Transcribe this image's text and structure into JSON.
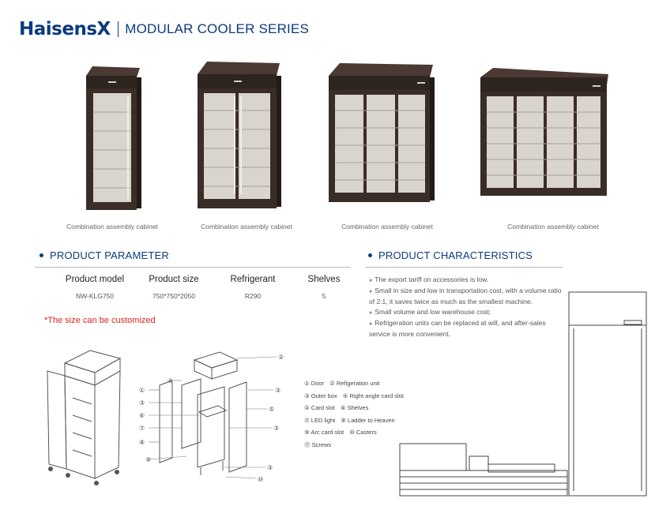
{
  "header": {
    "brand_name": "HaisensX",
    "series_title": "MODULAR COOLER SERIES",
    "brand_color": "#0b3a7e"
  },
  "products": [
    {
      "caption": "Combination assembly cabinet",
      "doors": 1
    },
    {
      "caption": "Combination assembly cabinet",
      "doors": 2
    },
    {
      "caption": "Combination assembly cabinet",
      "doors": 3
    },
    {
      "caption": "Combination assembly cabinet",
      "doors": 4
    }
  ],
  "parameter": {
    "title": "PRODUCT PARAMETER",
    "headers": [
      "Product model",
      "Product size",
      "Refrigerant",
      "Shelves"
    ],
    "rows": [
      [
        "NW-KLG750",
        "750*750*2050",
        "R290",
        "5"
      ]
    ],
    "note": "*The size can be customized",
    "note_color": "#e2231a"
  },
  "characteristics": {
    "title": "PRODUCT CHARACTERISTICS",
    "items": [
      "The export tariff on accessories is low.",
      "Small in size and low in transportation cost, with a volume ratio of 2:1, it saves twice as much as the smallest machine.",
      "Small volume and low warehouse cost;",
      "Refrigeration units can be replaced at will, and after-sales service is more convenient."
    ]
  },
  "parts": {
    "legend": [
      [
        "① Door",
        "② Refigeration unit"
      ],
      [
        "③ Outer box",
        "④ Right angle card slot"
      ],
      [
        "⑤ Card slot",
        "⑥ Shelves"
      ],
      [
        "⑦ LED light",
        "⑧ Ladder to Heaven"
      ],
      [
        "⑨ Arc card slot",
        "⑩ Casters"
      ],
      [
        "⑪ Screws"
      ]
    ],
    "callouts": [
      "②",
      "④",
      "①",
      "③",
      "⑥",
      "⑦",
      "⑧",
      "⑨",
      "③",
      "⑤",
      "③",
      "③",
      "⑩"
    ]
  }
}
